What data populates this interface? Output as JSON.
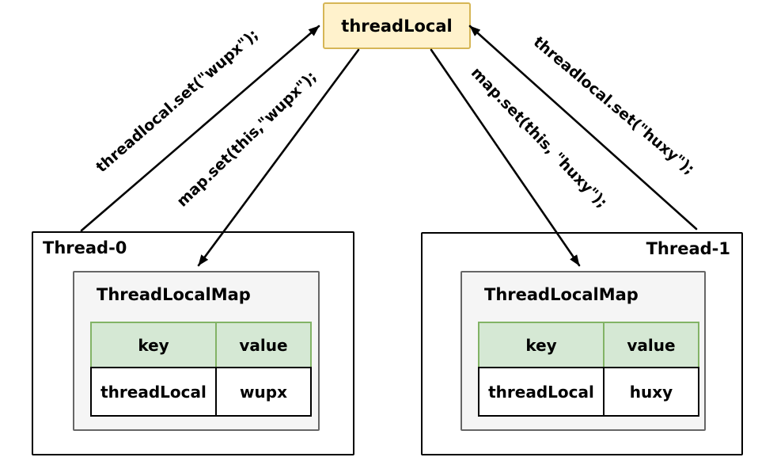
{
  "top_box": {
    "label": "threadLocal",
    "fill": "#fff2cc",
    "border_color": "#d6b656"
  },
  "arrows": [
    {
      "label": "threadlocal.set(\"wupx\");",
      "from": "Thread-0",
      "to": "threadLocal"
    },
    {
      "label": "map.set(this,\"wupx\");",
      "from": "threadLocal",
      "to": "Thread-0 ThreadLocalMap"
    },
    {
      "label": "map.set(this, \"huxy\");",
      "from": "threadLocal",
      "to": "Thread-1 ThreadLocalMap"
    },
    {
      "label": "threadlocal.set(\"huxy\");",
      "from": "Thread-1",
      "to": "threadLocal"
    }
  ],
  "threads": [
    {
      "title": "Thread-0",
      "map": {
        "title": "ThreadLocalMap",
        "table": {
          "headers": [
            "key",
            "value"
          ],
          "rows": [
            [
              "threadLocal",
              "wupx"
            ]
          ]
        }
      }
    },
    {
      "title": "Thread-1",
      "map": {
        "title": "ThreadLocalMap",
        "table": {
          "headers": [
            "key",
            "value"
          ],
          "rows": [
            [
              "threadLocal",
              "huxy"
            ]
          ]
        }
      }
    }
  ],
  "colors": {
    "arrow": "#000000",
    "thread_box_border": "#000000",
    "map_box_fill": "#f5f5f5",
    "map_box_border": "#666666",
    "table_header_fill": "#d5e8d4",
    "table_header_border": "#82b366"
  }
}
